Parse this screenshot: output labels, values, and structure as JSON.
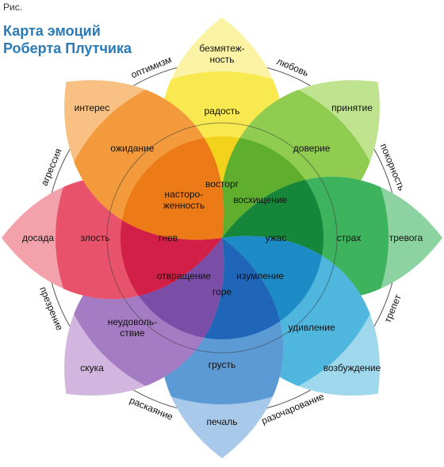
{
  "figure_label": "Рис.",
  "title": {
    "line1": "Карта эмоций",
    "line2": "Роберта Плутчика"
  },
  "petals": [
    {
      "id": "joy",
      "tip": "безмятеж-\nность",
      "mid": "радость",
      "core": "восторг",
      "colors": {
        "tip": "#fbf3a3",
        "mid": "#f7e94f",
        "core": "#f2d21a"
      }
    },
    {
      "id": "trust",
      "tip": "принятие",
      "mid": "доверие",
      "core": "восхищение",
      "colors": {
        "tip": "#bfe38e",
        "mid": "#8fcc4f",
        "core": "#5fae2d"
      }
    },
    {
      "id": "fear",
      "tip": "тревога",
      "mid": "страх",
      "core": "ужас",
      "colors": {
        "tip": "#8dd3a2",
        "mid": "#3db35e",
        "core": "#16873a"
      }
    },
    {
      "id": "surprise",
      "tip": "возбуждение",
      "mid": "удивление",
      "core": "изумление",
      "colors": {
        "tip": "#9fd8ec",
        "mid": "#4fb6de",
        "core": "#1d8bc6"
      }
    },
    {
      "id": "sadness",
      "tip": "печаль",
      "mid": "грусть",
      "core": "горе",
      "colors": {
        "tip": "#a9c9ea",
        "mid": "#5c9ad6",
        "core": "#1f66b8"
      }
    },
    {
      "id": "disgust",
      "tip": "скука",
      "mid": "неудоволь-\nствие",
      "core": "отвращение",
      "colors": {
        "tip": "#d2b6e0",
        "mid": "#a57cc4",
        "core": "#7a4ea6"
      }
    },
    {
      "id": "anger",
      "tip": "досада",
      "mid": "злость",
      "core": "гнев",
      "colors": {
        "tip": "#f3a2ac",
        "mid": "#e8536b",
        "core": "#d21f47"
      }
    },
    {
      "id": "anticipation",
      "tip": "интерес",
      "mid": "ожидание",
      "core": "насторо-\nженность",
      "colors": {
        "tip": "#f8c183",
        "mid": "#f39a3c",
        "core": "#ec7a16"
      }
    }
  ],
  "dyads": [
    {
      "id": "love",
      "label": "любовь"
    },
    {
      "id": "submission",
      "label": "покорность"
    },
    {
      "id": "awe",
      "label": "трепет"
    },
    {
      "id": "disapproval",
      "label": "разочарование"
    },
    {
      "id": "remorse",
      "label": "раскаяние"
    },
    {
      "id": "contempt",
      "label": "презрение"
    },
    {
      "id": "aggressiveness",
      "label": "агрессия"
    },
    {
      "id": "optimism",
      "label": "оптимизм"
    }
  ]
}
